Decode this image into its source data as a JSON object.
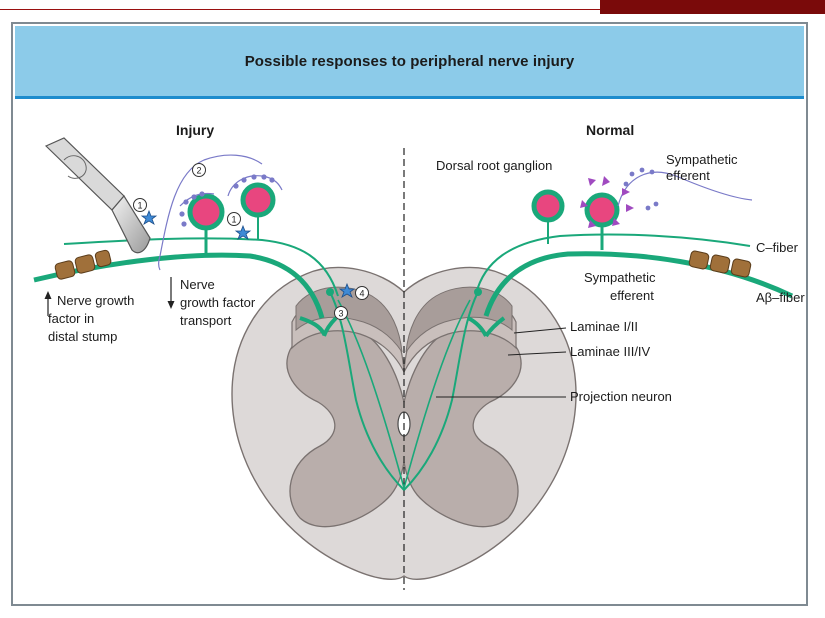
{
  "figure": {
    "title": "Possible responses to peripheral nerve injury",
    "headings": {
      "injury": "Injury",
      "normal": "Normal"
    },
    "labels": {
      "dorsal_root_ganglion": "Dorsal root ganglion",
      "sympathetic_efferent_top": [
        "Sympathetic",
        "efferent"
      ],
      "c_fiber": "C–fiber",
      "sympathetic_efferent_mid": [
        "Sympathetic",
        "efferent"
      ],
      "ab_fiber": "Aβ–fiber",
      "laminae_1_2": "Laminae I/II",
      "laminae_3_4": "Laminae III/IV",
      "projection_neuron": "Projection neuron",
      "ngf_distal": [
        "Nerve growth",
        "factor in",
        "distal stump"
      ],
      "ngf_transport": [
        "Nerve",
        "growth factor",
        "transport"
      ]
    },
    "markers": [
      "1",
      "2",
      "1",
      "3",
      "4"
    ],
    "colors": {
      "header_fill": "#8ccbe9",
      "header_border": "#1d8ccd",
      "nerve_green": "#1aa87a",
      "soma_pink": "#e8467f",
      "sympathetic_purple": "#8a5bc4",
      "star_blue": "#3f8ad6",
      "graft_brown": "#a0703a",
      "cord_outer": "#ddd9d8",
      "cord_inner": "#b9aeab"
    },
    "icons": [
      "scalpel-icon",
      "star-icon",
      "varicosity-icon",
      "arrow-up-icon",
      "arrow-down-icon"
    ]
  }
}
